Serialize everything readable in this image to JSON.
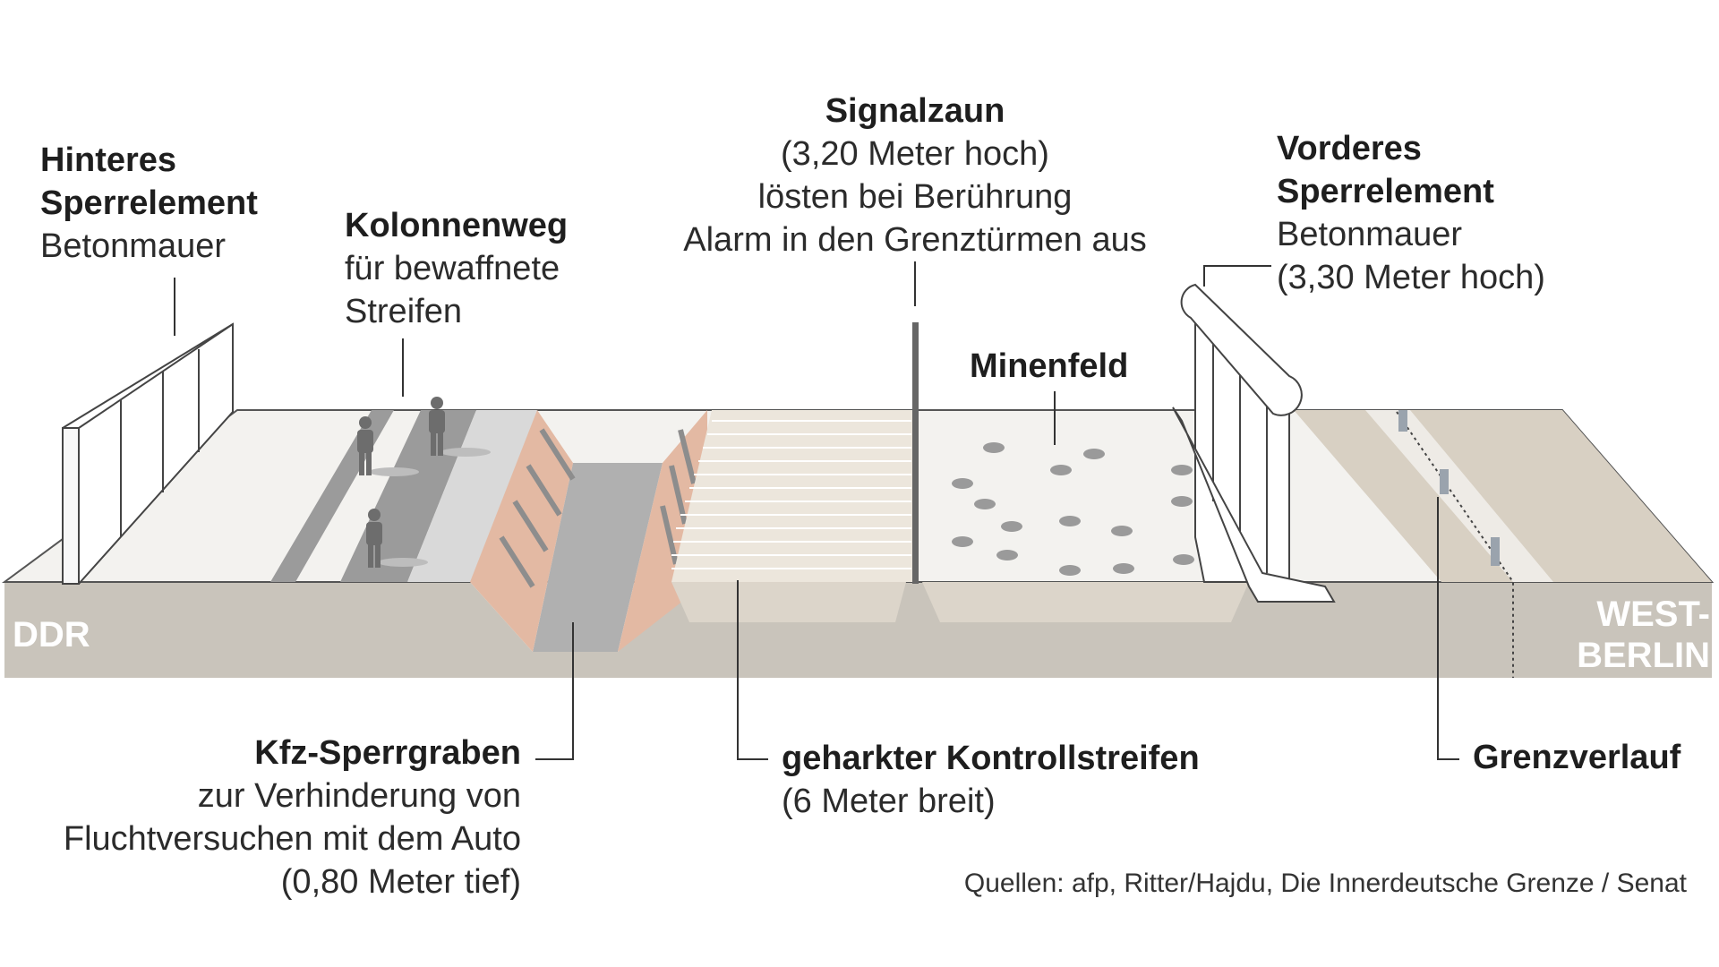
{
  "labels": {
    "hinteres": {
      "title_line1": "Hinteres",
      "title_line2": "Sperrelement",
      "sub": "Betonmauer"
    },
    "kolonnenweg": {
      "title": "Kolonnenweg",
      "sub1": "für bewaffnete",
      "sub2": "Streifen"
    },
    "signalzaun": {
      "title": "Signalzaun",
      "sub1": "(3,20 Meter hoch)",
      "sub2": "lösten bei Berührung",
      "sub3": "Alarm in den Grenztürmen aus"
    },
    "vorderes": {
      "title_line1": "Vorderes",
      "title_line2": "Sperrelement",
      "sub1": "Betonmauer",
      "sub2": "(3,30 Meter hoch)"
    },
    "minenfeld": {
      "title": "Minenfeld"
    },
    "kfz": {
      "title": "Kfz-Sperrgraben",
      "sub1": "zur Verhinderung von",
      "sub2": "Fluchtversuchen mit dem Auto",
      "sub3": "(0,80 Meter tief)"
    },
    "kontrollstreifen": {
      "title": "geharkter Kontrollstreifen",
      "sub": "(6 Meter breit)"
    },
    "grenzverlauf": {
      "title": "Grenzverlauf"
    }
  },
  "zones": {
    "ddr": "DDR",
    "west_line1": "WEST-",
    "west_line2": "BERLIN"
  },
  "source": "Quellen: afp, Ritter/Hajdu, Die Innerdeutsche Grenze / Senat",
  "colors": {
    "ground_section": "#c9c4bb",
    "surface": "#f3f2ef",
    "path_stripe": "#9b9b9b",
    "light_stripe": "#d9d9d9",
    "trench_floor": "#b0b0b0",
    "trench_slope": "#e3b9a3",
    "west_land": "#d8d0c3",
    "mine": "#9a9a9a",
    "leader": "#333333"
  }
}
